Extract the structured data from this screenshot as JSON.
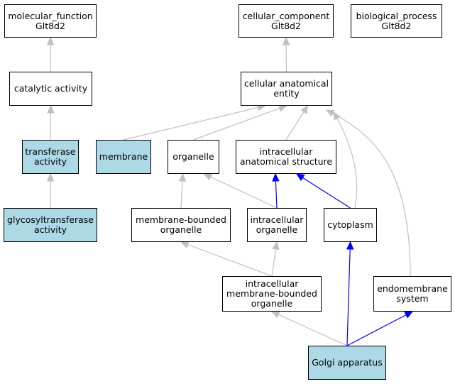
{
  "colors": {
    "highlight_fill": "#add8e6",
    "default_fill": "#ffffff",
    "border": "#000000",
    "edge_gray": "#c0c0c0",
    "edge_blue": "#0000ff"
  },
  "nodes": {
    "molecular_function": {
      "lines": [
        "molecular_function",
        "Glt8d2"
      ],
      "highlighted": false
    },
    "cellular_component": {
      "lines": [
        "cellular_component",
        "Glt8d2"
      ],
      "highlighted": false
    },
    "biological_process": {
      "lines": [
        "biological_process",
        "Glt8d2"
      ],
      "highlighted": false
    },
    "catalytic_activity": {
      "lines": [
        "catalytic activity"
      ],
      "highlighted": false
    },
    "cellular_anatomical_entity": {
      "lines": [
        "cellular anatomical",
        "entity"
      ],
      "highlighted": false
    },
    "transferase_activity": {
      "lines": [
        "transferase",
        "activity"
      ],
      "highlighted": true
    },
    "membrane": {
      "lines": [
        "membrane"
      ],
      "highlighted": true
    },
    "organelle": {
      "lines": [
        "organelle"
      ],
      "highlighted": false
    },
    "intracellular_anatomical_structure": {
      "lines": [
        "intracellular",
        "anatomical structure"
      ],
      "highlighted": false
    },
    "glycosyltransferase_activity": {
      "lines": [
        "glycosyltransferase",
        "activity"
      ],
      "highlighted": true
    },
    "membrane_bounded_organelle": {
      "lines": [
        "membrane-bounded",
        "organelle"
      ],
      "highlighted": false
    },
    "intracellular_organelle": {
      "lines": [
        "intracellular",
        "organelle"
      ],
      "highlighted": false
    },
    "cytoplasm": {
      "lines": [
        "cytoplasm"
      ],
      "highlighted": false
    },
    "intracellular_membrane_bounded_organelle": {
      "lines": [
        "intracellular",
        "membrane-bounded",
        "organelle"
      ],
      "highlighted": false
    },
    "endomembrane_system": {
      "lines": [
        "endomembrane",
        "system"
      ],
      "highlighted": false
    },
    "golgi_apparatus": {
      "lines": [
        "Golgi apparatus"
      ],
      "highlighted": true
    }
  },
  "edges": [
    {
      "from": "catalytic_activity",
      "to": "molecular_function",
      "color": "gray"
    },
    {
      "from": "transferase_activity",
      "to": "catalytic_activity",
      "color": "gray"
    },
    {
      "from": "glycosyltransferase_activity",
      "to": "transferase_activity",
      "color": "gray"
    },
    {
      "from": "cellular_anatomical_entity",
      "to": "cellular_component",
      "color": "gray"
    },
    {
      "from": "membrane",
      "to": "cellular_anatomical_entity",
      "color": "gray"
    },
    {
      "from": "organelle",
      "to": "cellular_anatomical_entity",
      "color": "gray"
    },
    {
      "from": "intracellular_anatomical_structure",
      "to": "cellular_anatomical_entity",
      "color": "gray"
    },
    {
      "from": "cytoplasm",
      "to": "cellular_anatomical_entity",
      "color": "gray"
    },
    {
      "from": "endomembrane_system",
      "to": "cellular_anatomical_entity",
      "color": "gray"
    },
    {
      "from": "membrane_bounded_organelle",
      "to": "organelle",
      "color": "gray"
    },
    {
      "from": "intracellular_organelle",
      "to": "organelle",
      "color": "gray"
    },
    {
      "from": "intracellular_organelle",
      "to": "intracellular_anatomical_structure",
      "color": "blue"
    },
    {
      "from": "cytoplasm",
      "to": "intracellular_anatomical_structure",
      "color": "blue"
    },
    {
      "from": "intracellular_membrane_bounded_organelle",
      "to": "membrane_bounded_organelle",
      "color": "gray"
    },
    {
      "from": "intracellular_membrane_bounded_organelle",
      "to": "intracellular_organelle",
      "color": "gray"
    },
    {
      "from": "golgi_apparatus",
      "to": "intracellular_membrane_bounded_organelle",
      "color": "gray"
    },
    {
      "from": "golgi_apparatus",
      "to": "cytoplasm",
      "color": "blue"
    },
    {
      "from": "golgi_apparatus",
      "to": "endomembrane_system",
      "color": "blue"
    }
  ]
}
